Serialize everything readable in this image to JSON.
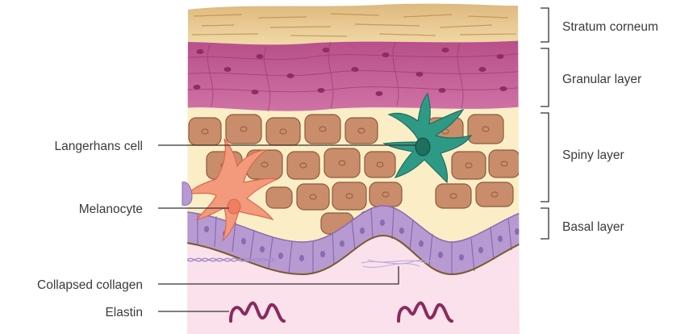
{
  "labels": {
    "stratum_corneum": "Stratum corneum",
    "granular_layer": "Granular layer",
    "spiny_layer": "Spiny layer",
    "basal_layer": "Basal layer",
    "langerhans_cell": "Langerhans cell",
    "melanocyte": "Melanocyte",
    "collapsed_collagen": "Collapsed collagen",
    "elastin": "Elastin"
  },
  "colors": {
    "stratum_corneum": "#e9c98e",
    "granular_layer": "#c25a93",
    "spiny_cell": "#c98d6b",
    "spiny_background": "#fbeec6",
    "basal_cell": "#b89ad2",
    "dermis": "#fbe1ec",
    "langerhans": "#2e9a86",
    "melanocyte": "#f39a7c",
    "elastin": "#8a2a5e",
    "collagen": "#c9b3dc"
  }
}
